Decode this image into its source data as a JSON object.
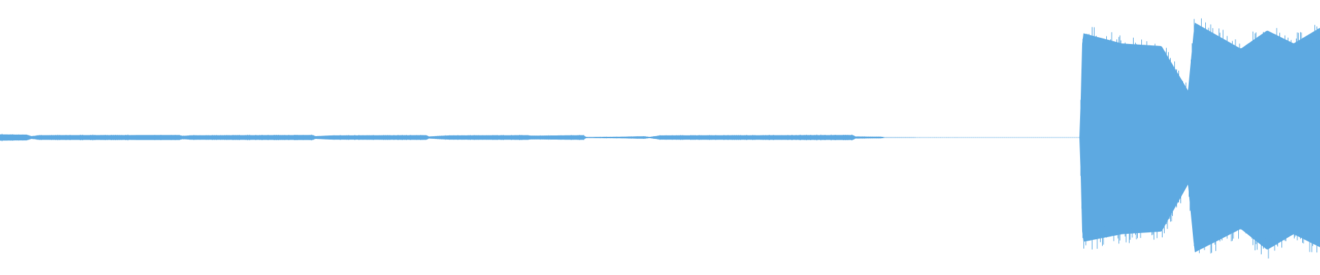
{
  "waveform": {
    "color": "#5DA9E1",
    "background": "#FFFFFF",
    "normalized_amplitude_envelope": [
      {
        "t": 0.0,
        "top": 0.024,
        "bottom": 0.024
      },
      {
        "t": 0.02,
        "top": 0.022,
        "bottom": 0.022
      },
      {
        "t": 0.024,
        "top": 0.01,
        "bottom": 0.01
      },
      {
        "t": 0.03,
        "top": 0.018,
        "bottom": 0.018
      },
      {
        "t": 0.136,
        "top": 0.019,
        "bottom": 0.019
      },
      {
        "t": 0.138,
        "top": 0.012,
        "bottom": 0.012
      },
      {
        "t": 0.145,
        "top": 0.017,
        "bottom": 0.017
      },
      {
        "t": 0.237,
        "top": 0.019,
        "bottom": 0.019
      },
      {
        "t": 0.239,
        "top": 0.01,
        "bottom": 0.01
      },
      {
        "t": 0.25,
        "top": 0.016,
        "bottom": 0.016
      },
      {
        "t": 0.323,
        "top": 0.018,
        "bottom": 0.018
      },
      {
        "t": 0.325,
        "top": 0.008,
        "bottom": 0.008
      },
      {
        "t": 0.34,
        "top": 0.016,
        "bottom": 0.016
      },
      {
        "t": 0.4,
        "top": 0.018,
        "bottom": 0.018
      },
      {
        "t": 0.402,
        "top": 0.014,
        "bottom": 0.014
      },
      {
        "t": 0.442,
        "top": 0.018,
        "bottom": 0.018
      },
      {
        "t": 0.444,
        "top": 0.004,
        "bottom": 0.004
      },
      {
        "t": 0.47,
        "top": 0.006,
        "bottom": 0.006
      },
      {
        "t": 0.488,
        "top": 0.01,
        "bottom": 0.01
      },
      {
        "t": 0.492,
        "top": 0.004,
        "bottom": 0.004
      },
      {
        "t": 0.5,
        "top": 0.016,
        "bottom": 0.016
      },
      {
        "t": 0.646,
        "top": 0.019,
        "bottom": 0.019
      },
      {
        "t": 0.648,
        "top": 0.008,
        "bottom": 0.008
      },
      {
        "t": 0.668,
        "top": 0.006,
        "bottom": 0.006
      },
      {
        "t": 0.67,
        "top": 0.002,
        "bottom": 0.002
      },
      {
        "t": 0.818,
        "top": 0.001,
        "bottom": 0.001
      },
      {
        "t": 0.82,
        "top": 0.8,
        "bottom": 0.8
      },
      {
        "t": 0.85,
        "top": 0.72,
        "bottom": 0.74
      },
      {
        "t": 0.88,
        "top": 0.7,
        "bottom": 0.72
      },
      {
        "t": 0.9,
        "top": 0.36,
        "bottom": 0.36
      },
      {
        "t": 0.905,
        "top": 0.88,
        "bottom": 0.88
      },
      {
        "t": 0.94,
        "top": 0.68,
        "bottom": 0.7
      },
      {
        "t": 0.96,
        "top": 0.82,
        "bottom": 0.86
      },
      {
        "t": 0.98,
        "top": 0.72,
        "bottom": 0.74
      },
      {
        "t": 1.0,
        "top": 0.84,
        "bottom": 0.84
      }
    ]
  }
}
